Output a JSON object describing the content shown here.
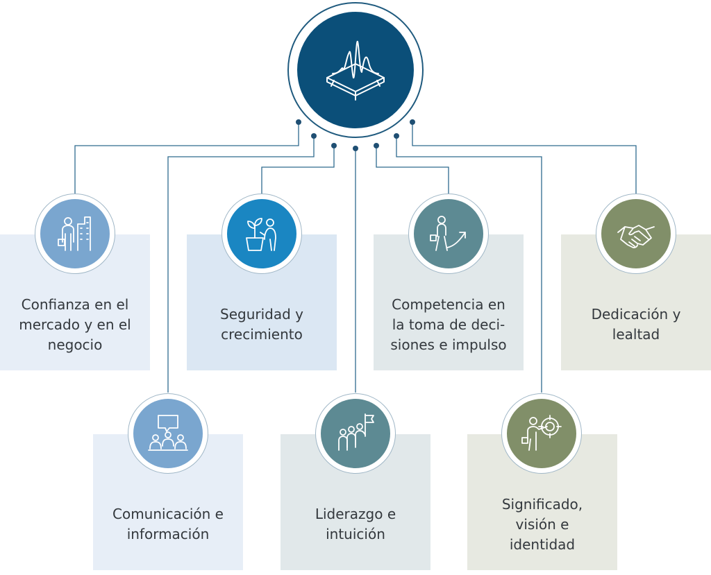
{
  "colors": {
    "line": "#2e6a8e",
    "hub": "#0b4f79",
    "blue_light_box": "#e7eef7",
    "blue_light_disc": "#7aa6cf",
    "blue_box": "#dbe7f3",
    "blue_disc": "#1a86c2",
    "teal_box": "#e1e8ea",
    "teal_disc": "#5d8a93",
    "olive_box": "#e7e9e1",
    "olive_disc": "#818f69"
  },
  "hub": {
    "icon": "waveform-platform-icon"
  },
  "categories": [
    {
      "id": "confianza",
      "label": "Confianza en el\nmercado y en el\nnegocio",
      "icon": "business-person-buildings-icon"
    },
    {
      "id": "seguridad",
      "label": "Seguridad y\ncrecimiento",
      "icon": "plant-growth-person-icon"
    },
    {
      "id": "competencia",
      "label": "Competencia en\nla toma de deci-\nsiones e impulso",
      "icon": "person-rising-arrow-icon"
    },
    {
      "id": "dedicacion",
      "label": "Dedicación y\nlealtad",
      "icon": "handshake-icon"
    },
    {
      "id": "comunicacion",
      "label": "Comunicación e\ninformación",
      "icon": "meeting-speech-bubble-icon"
    },
    {
      "id": "liderazgo",
      "label": "Liderazgo e\nintuición",
      "icon": "team-flag-icon"
    },
    {
      "id": "significado",
      "label": "Significado,\nvisión e\nidentidad",
      "icon": "person-target-icon"
    }
  ]
}
